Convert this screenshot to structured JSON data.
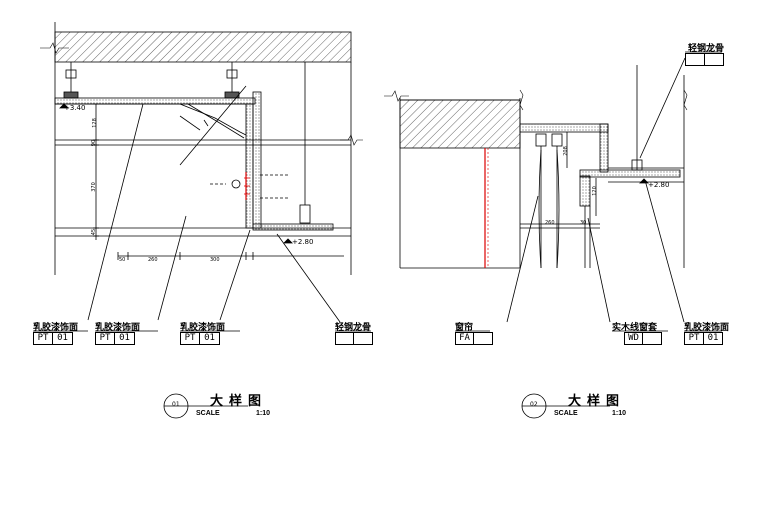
{
  "left_detail": {
    "labels": [
      {
        "text": "乳胶漆饰面",
        "code": [
          "PT",
          "01"
        ]
      },
      {
        "text": "乳胶漆饰面",
        "code": [
          "PT",
          "01"
        ]
      },
      {
        "text": "乳胶漆饰面",
        "code": [
          "PT",
          "01"
        ]
      },
      {
        "text": "轻钢龙骨",
        "code": [
          "",
          ""
        ]
      }
    ],
    "elevation_top": "+3.40",
    "elevation_bottom": "+2.80",
    "dims": {
      "d128": "128",
      "d90": "90",
      "d370": "370",
      "d45": "45",
      "d50": "50",
      "d260": "260",
      "d300": "300"
    },
    "title": "大样图",
    "number": "01",
    "scale_label": "SCALE",
    "scale_value": "1:10"
  },
  "right_detail": {
    "top_label": {
      "text": "轻钢龙骨",
      "code": [
        "",
        ""
      ]
    },
    "labels": [
      {
        "text": "窗帘",
        "code": [
          "FA",
          ""
        ]
      },
      {
        "text": "实木线窗套",
        "code": [
          "WD",
          ""
        ]
      },
      {
        "text": "乳胶漆饰面",
        "code": [
          "PT",
          "01"
        ]
      }
    ],
    "elevation": "+2.80",
    "dims": {
      "d208": "208",
      "d120": "120",
      "d260": "260",
      "d30": "30"
    },
    "title": "大样图",
    "number": "02",
    "scale_label": "SCALE",
    "scale_value": "1:10"
  }
}
